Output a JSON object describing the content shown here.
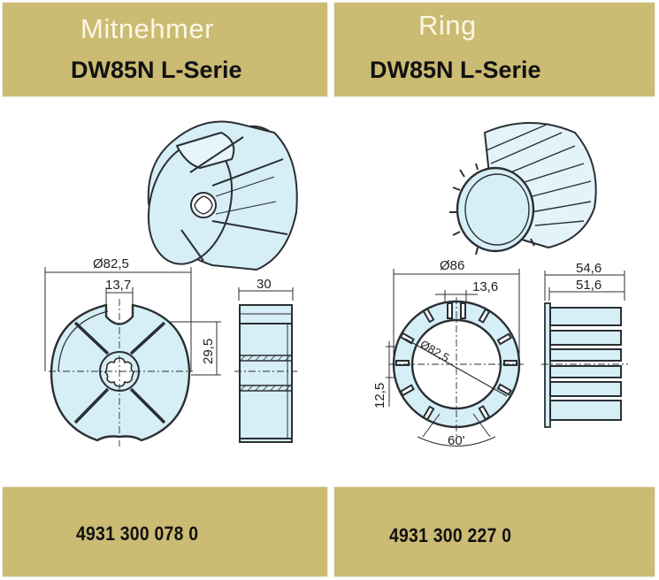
{
  "panels": [
    {
      "title": "Mitnehmer",
      "subtitle": "DW85N L-Serie",
      "part_number": "4931 300 078 0",
      "dimensions": {
        "diameter": "Ø82,5",
        "slot_width": "13,7",
        "slot_depth": "29,5",
        "width": "30"
      }
    },
    {
      "title": "Ring",
      "subtitle": "DW85N L-Serie",
      "part_number": "4931 300 227 0",
      "dimensions": {
        "outer_diameter": "Ø86",
        "slot_width": "13,6",
        "inner_diameter": "Ø82,5",
        "offset": "12,5",
        "angle": "60'",
        "total_length": "54,6",
        "body_length": "51,6"
      }
    }
  ],
  "colors": {
    "bar_background": "#cbbb73",
    "title_text": "#fbf7e6",
    "part_fill": "#d6eef6",
    "line": "#2a2f33"
  }
}
